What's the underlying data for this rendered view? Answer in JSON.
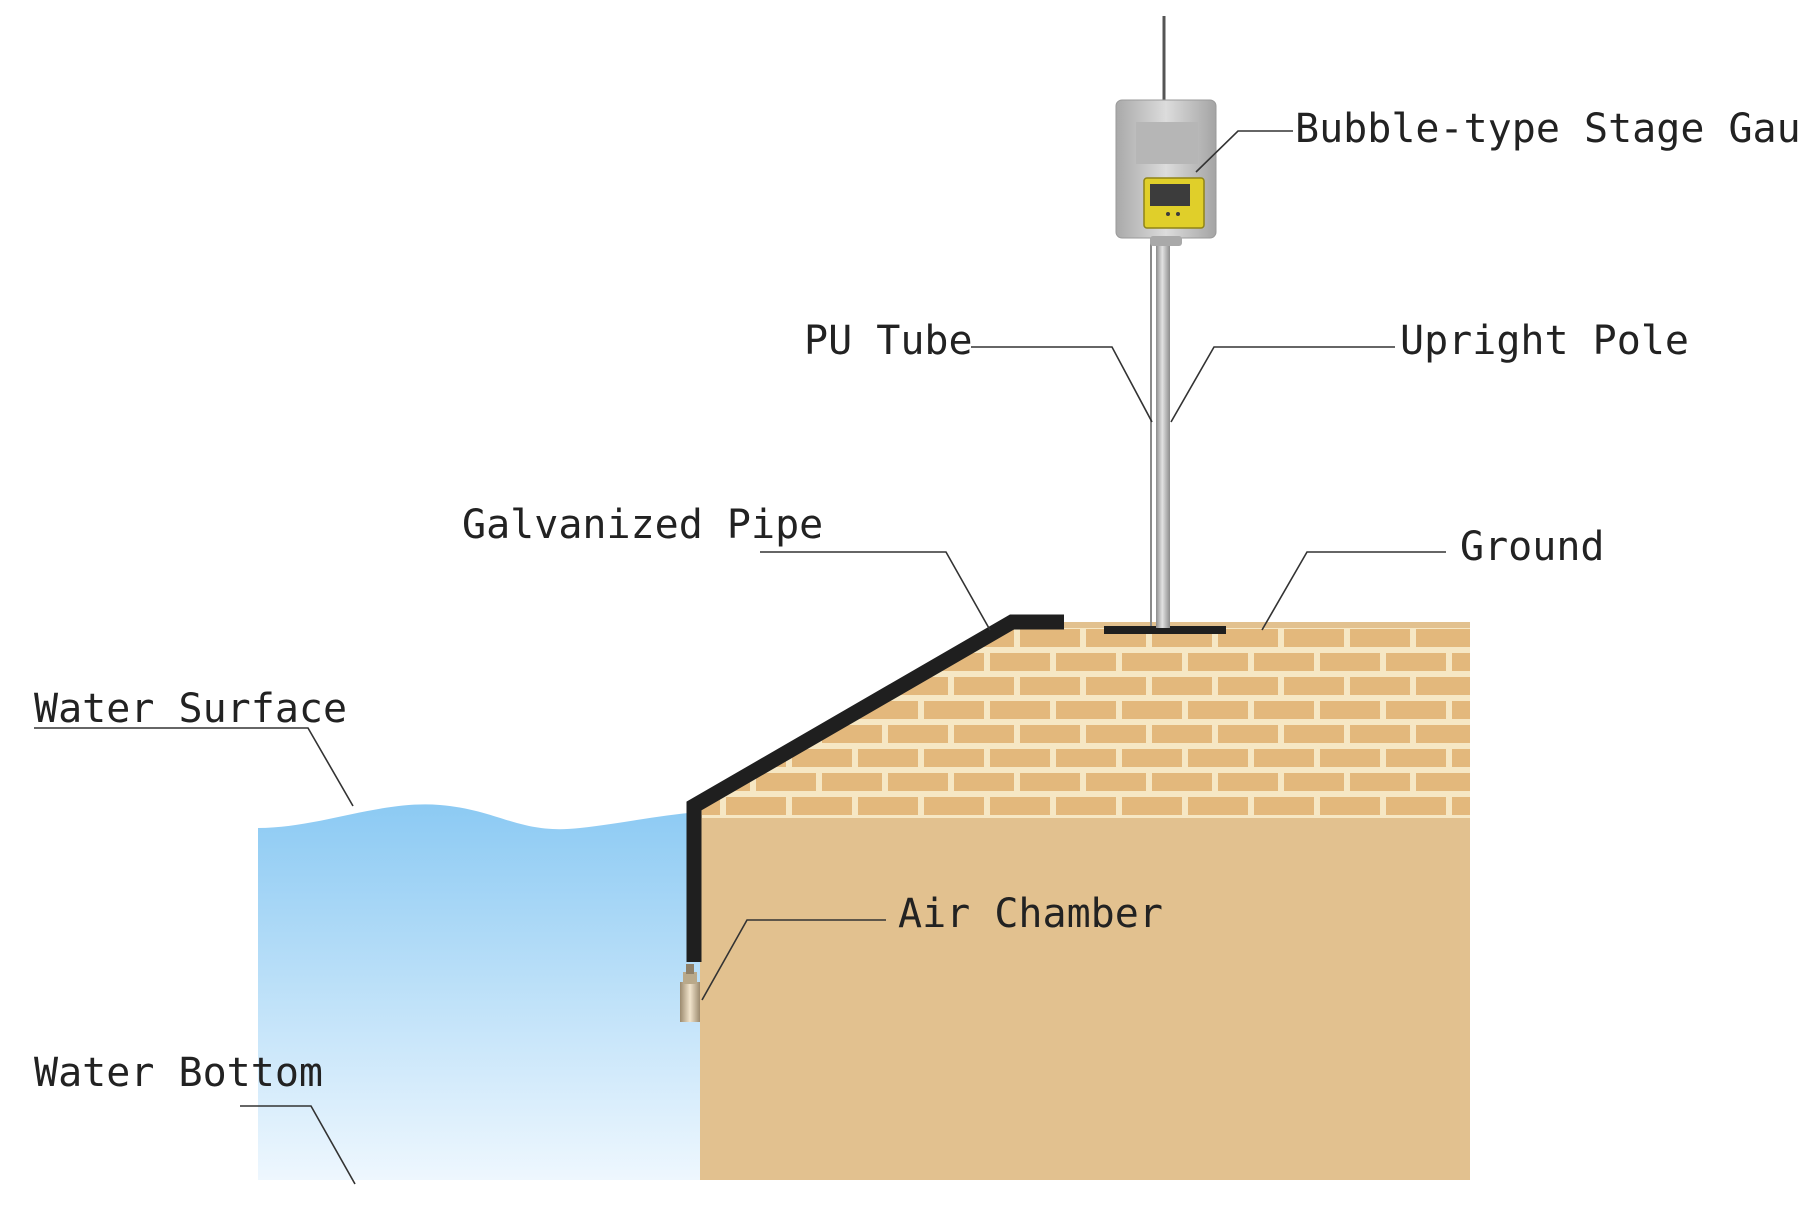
{
  "labels": {
    "gauge": "Bubble-type Stage Gauge",
    "pu_tube": "PU Tube",
    "upright_pole": "Upright Pole",
    "galvanized_pipe": "Galvanized Pipe",
    "ground": "Ground",
    "water_surface": "Water Surface",
    "air_chamber": "Air Chamber",
    "water_bottom": "Water Bottom"
  },
  "colors": {
    "water_top": "#8ccaf3",
    "water_bottom": "#eef7fe",
    "soil": "#e2c18f",
    "brick": "#e3b87c",
    "mortar": "#f6e7c4",
    "pipe": "#1f1f1f",
    "pole": "#b9b9b9",
    "gauge_box": "#c8c8c8",
    "gauge_panel": "#e0cf2a"
  }
}
